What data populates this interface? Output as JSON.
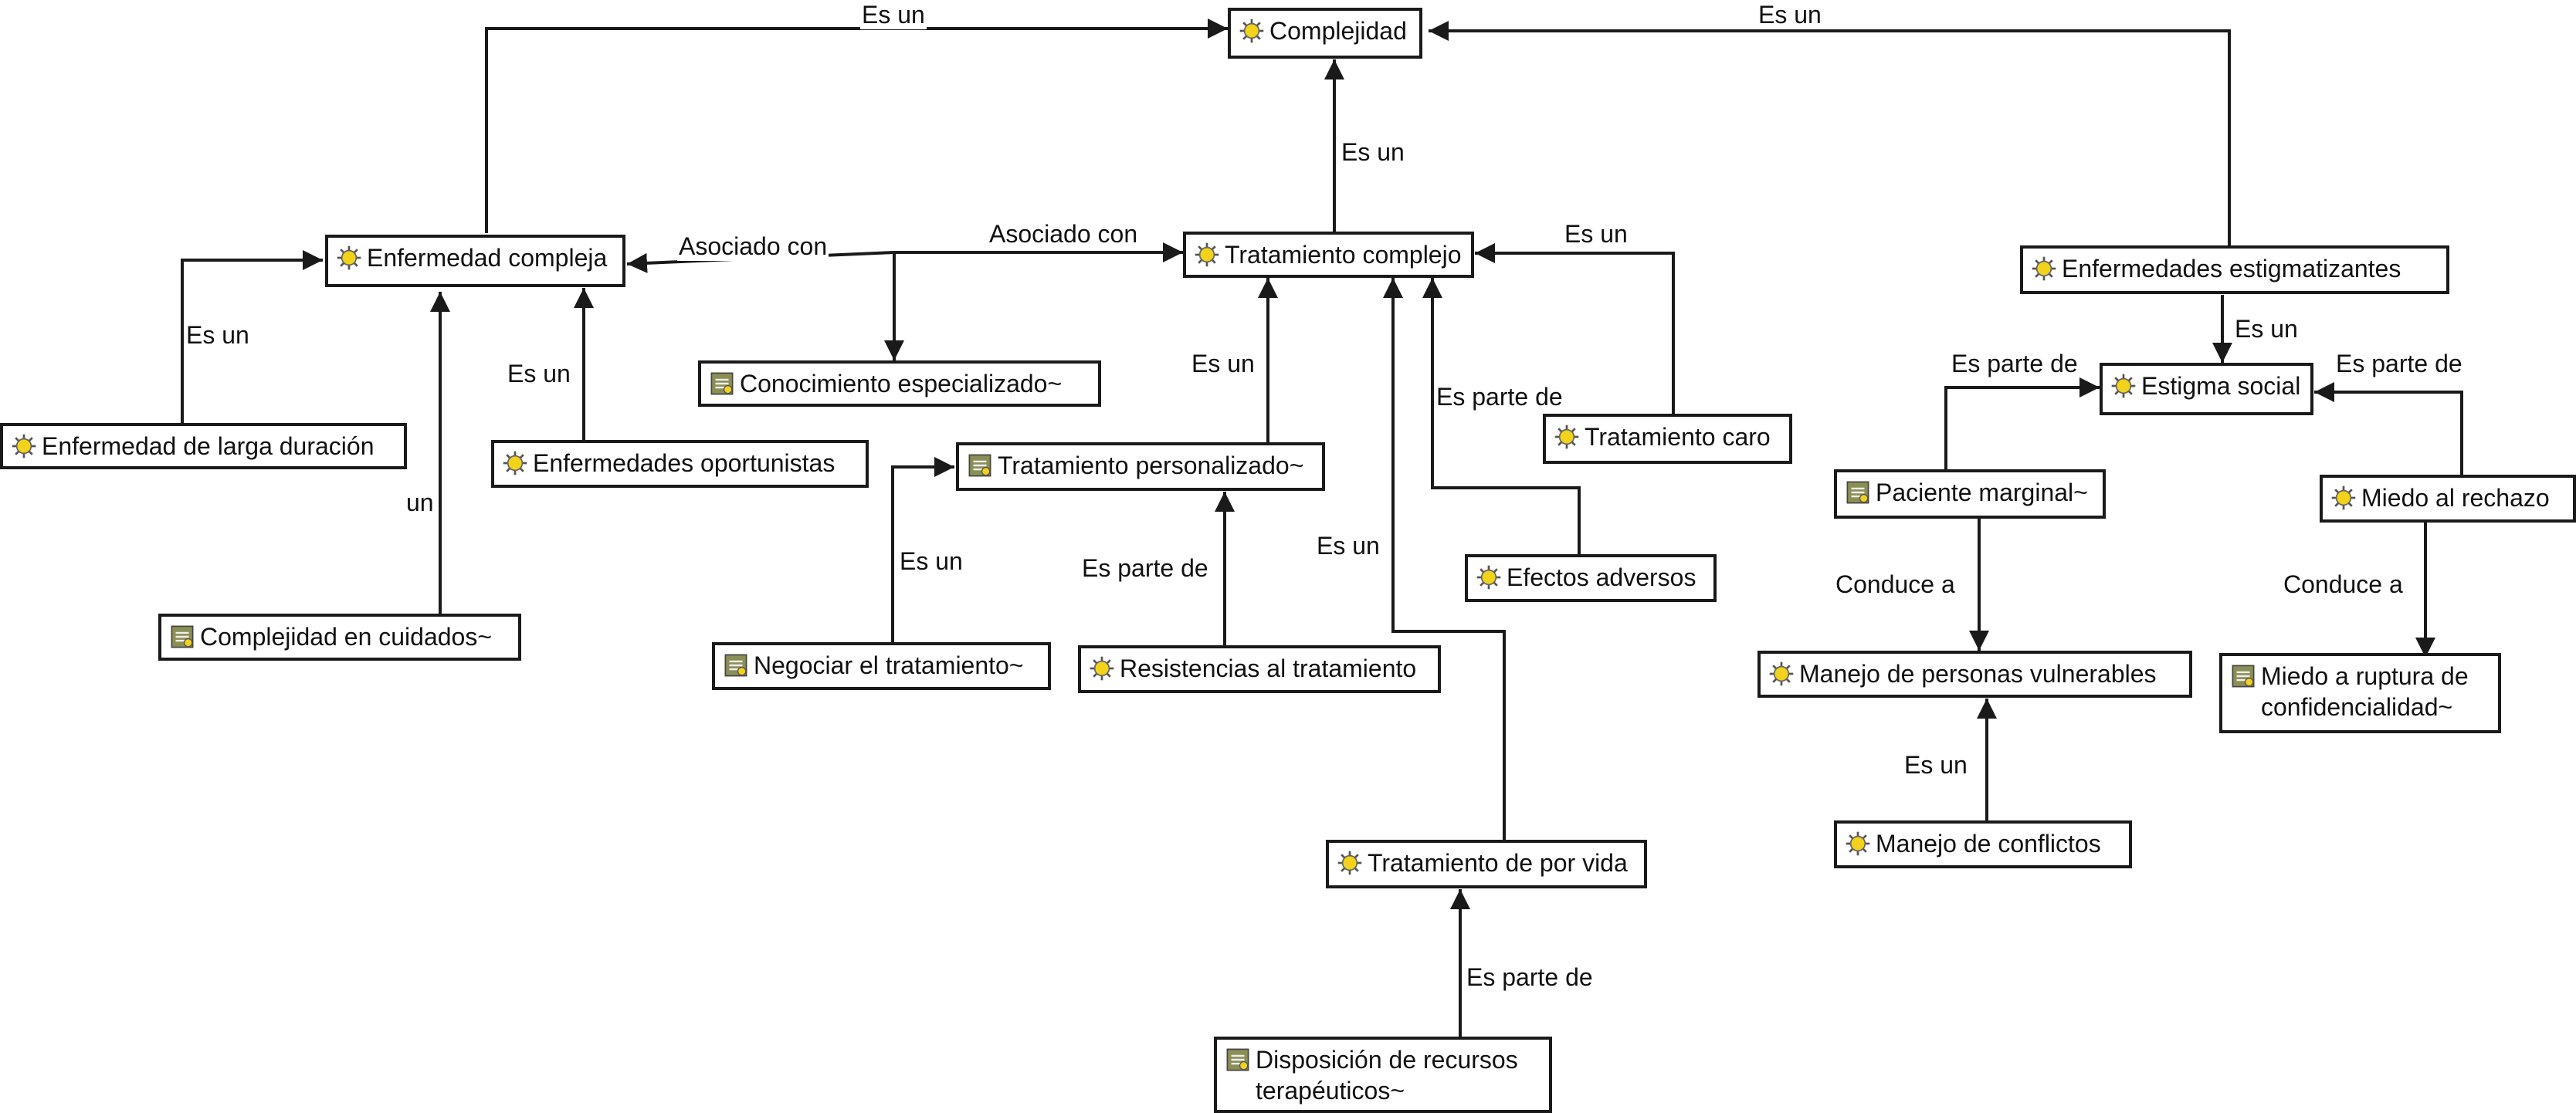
{
  "colors": {
    "line": "#1a1a1a",
    "concept_icon": "#f2d21a",
    "memo_icon": "#8c8f55"
  },
  "nodes": {
    "complejidad": {
      "text": "Complejidad",
      "icon": "concept-icon"
    },
    "enfermedad_compleja": {
      "text": "Enfermedad compleja",
      "icon": "concept-icon"
    },
    "tratamiento_complejo": {
      "text": "Tratamiento complejo",
      "icon": "concept-icon"
    },
    "enfermedades_estigmatizantes": {
      "text": "Enfermedades estigmatizantes",
      "icon": "concept-icon"
    },
    "conocimiento_especializado": {
      "text": "Conocimiento especializado~",
      "icon": "memo-icon"
    },
    "enfermedad_larga_duracion": {
      "text": "Enfermedad de larga duración",
      "icon": "concept-icon"
    },
    "enfermedades_oportunistas": {
      "text": "Enfermedades oportunistas",
      "icon": "concept-icon"
    },
    "tratamiento_personalizado": {
      "text": "Tratamiento personalizado~",
      "icon": "memo-icon"
    },
    "tratamiento_caro": {
      "text": "Tratamiento caro",
      "icon": "concept-icon"
    },
    "estigma_social": {
      "text": "Estigma social",
      "icon": "concept-icon"
    },
    "paciente_marginal": {
      "text": "Paciente marginal~",
      "icon": "memo-icon"
    },
    "miedo_rechazo": {
      "text": "Miedo al rechazo",
      "icon": "concept-icon"
    },
    "efectos_adversos": {
      "text": "Efectos adversos",
      "icon": "concept-icon"
    },
    "complejidad_cuidados": {
      "text": "Complejidad en cuidados~",
      "icon": "memo-icon"
    },
    "negociar_tratamiento": {
      "text": "Negociar el tratamiento~",
      "icon": "memo-icon"
    },
    "resistencias_tratamiento": {
      "text": "Resistencias al tratamiento",
      "icon": "concept-icon"
    },
    "manejo_vulnerables": {
      "text": "Manejo de personas vulnerables",
      "icon": "concept-icon"
    },
    "miedo_ruptura": {
      "text": "Miedo a ruptura de confidencialidad~",
      "icon": "memo-icon"
    },
    "manejo_conflictos": {
      "text": "Manejo de conflictos",
      "icon": "concept-icon"
    },
    "tratamiento_por_vida": {
      "text": "Tratamiento de por vida",
      "icon": "concept-icon"
    },
    "disposicion_recursos": {
      "text": "Disposición de recursos terapéuticos~",
      "icon": "memo-icon"
    }
  },
  "edge_labels": {
    "enf_compleja_complejidad": "Es un",
    "estigmatizantes_complejidad": "Es un",
    "trat_complejo_complejidad": "Es un",
    "enf_compleja_conocimiento": "Asociado con",
    "trat_complejo_conocimiento": "Asociado con",
    "larga_duracion_enf_compleja": "Es un",
    "oportunistas_enf_compleja": "Es un",
    "cuidados_enf_compleja": "un",
    "personalizado_trat_complejo": "Es un",
    "caro_trat_complejo": "Es un",
    "adversos_trat_complejo": "Es parte de",
    "por_vida_trat_complejo": "Es un",
    "negociar_personalizado": "Es un",
    "resistencias_personalizado": "Es parte de",
    "disposicion_por_vida": "Es parte de",
    "estigmatizantes_estigma": "Es un",
    "marginal_estigma": "Es parte de",
    "miedo_rechazo_estigma": "Es parte de",
    "marginal_vulnerables": "Conduce a",
    "conflictos_vulnerables": "Es un",
    "miedo_rechazo_ruptura": "Conduce a"
  }
}
